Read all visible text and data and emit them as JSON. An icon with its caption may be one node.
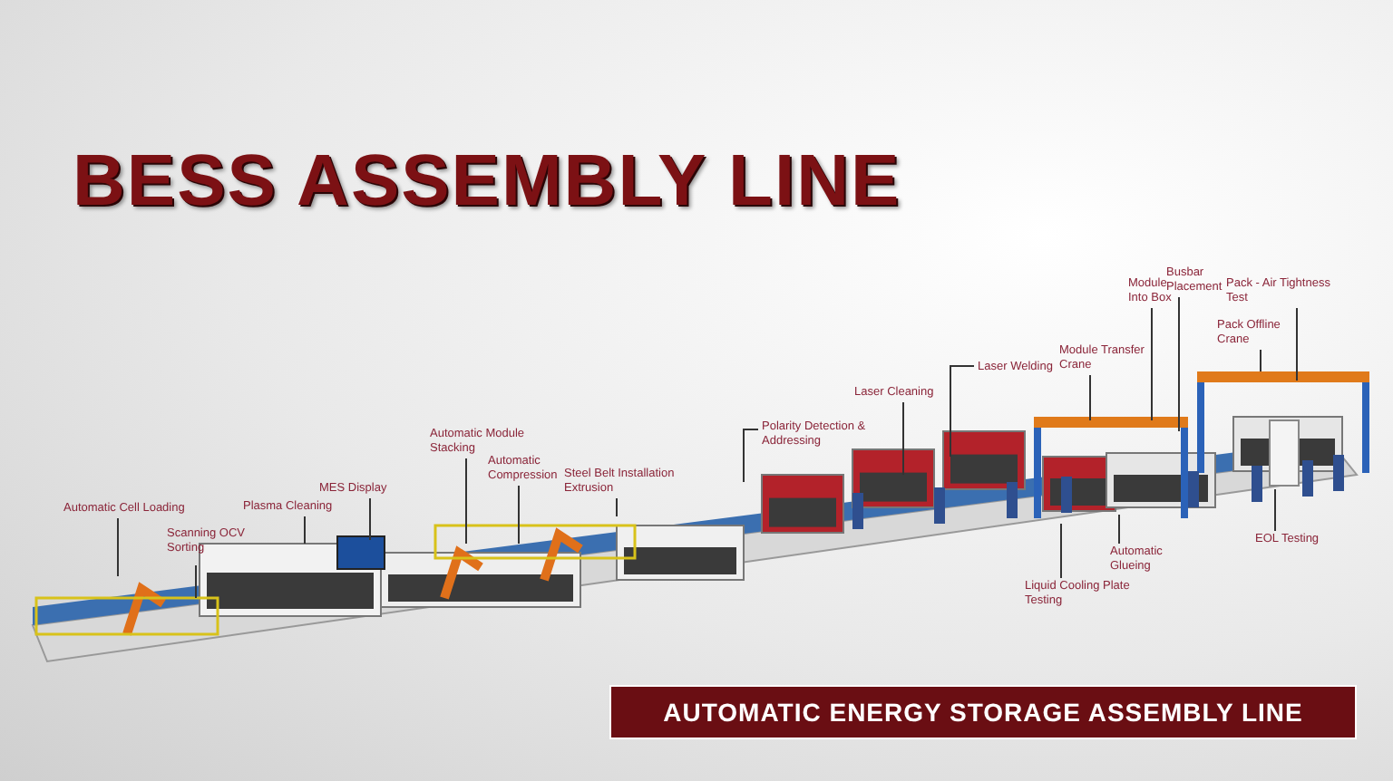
{
  "diagram": {
    "title": "BESS ASSEMBLY LINE",
    "caption": "AUTOMATIC ENERGY STORAGE ASSEMBLY LINE",
    "nodes": [
      {
        "text": [
          "Automatic Cell Loading"
        ]
      },
      {
        "text": [
          "Scanning OCV Sorting"
        ]
      },
      {
        "text": [
          "Plasma Cleaning"
        ]
      },
      {
        "text": [
          "MES Display"
        ]
      },
      {
        "text": [
          "Automatic Module Stacking"
        ]
      },
      {
        "text": [
          "Automatic Compression"
        ]
      },
      {
        "text": [
          "Steel Belt Installation Extrusion"
        ]
      },
      {
        "text": [
          "Polarity Detection & Addressing"
        ]
      },
      {
        "text": [
          "Laser Cleaning"
        ]
      },
      {
        "text": [
          "Laser Welding"
        ]
      },
      {
        "text": [
          "Module Transfer Crane"
        ]
      },
      {
        "text": [
          "Module Into Box"
        ]
      },
      {
        "text": [
          "Busbar Placement"
        ]
      },
      {
        "text": [
          "Pack Offline Crane"
        ]
      },
      {
        "text": [
          "Pack - Air Tightness Test"
        ]
      },
      {
        "text": [
          "Automatic Glueing"
        ]
      },
      {
        "text": [
          "Liquid Cooling Plate Testing"
        ]
      },
      {
        "text": [
          "EOL Testing"
        ]
      }
    ],
    "edges": [
      {
        "from": 0,
        "to": null,
        "arrow": "none"
      },
      {
        "from": 1,
        "to": null,
        "arrow": "none"
      },
      {
        "from": 2,
        "to": null,
        "arrow": "none"
      },
      {
        "from": 3,
        "to": null,
        "arrow": "none"
      },
      {
        "from": 4,
        "to": null,
        "arrow": "none"
      },
      {
        "from": 5,
        "to": null,
        "arrow": "none"
      },
      {
        "from": 6,
        "to": null,
        "arrow": "none"
      },
      {
        "from": 7,
        "to": null,
        "arrow": "none"
      },
      {
        "from": 8,
        "to": null,
        "arrow": "none"
      },
      {
        "from": 9,
        "to": null,
        "arrow": "none"
      },
      {
        "from": 10,
        "to": null,
        "arrow": "none"
      },
      {
        "from": 11,
        "to": null,
        "arrow": "none"
      },
      {
        "from": 12,
        "to": null,
        "arrow": "none"
      },
      {
        "from": 13,
        "to": null,
        "arrow": "none"
      },
      {
        "from": 14,
        "to": null,
        "arrow": "none"
      },
      {
        "from": 15,
        "to": null,
        "arrow": "none"
      },
      {
        "from": 16,
        "to": null,
        "arrow": "none"
      },
      {
        "from": 17,
        "to": null,
        "arrow": "none"
      }
    ]
  }
}
